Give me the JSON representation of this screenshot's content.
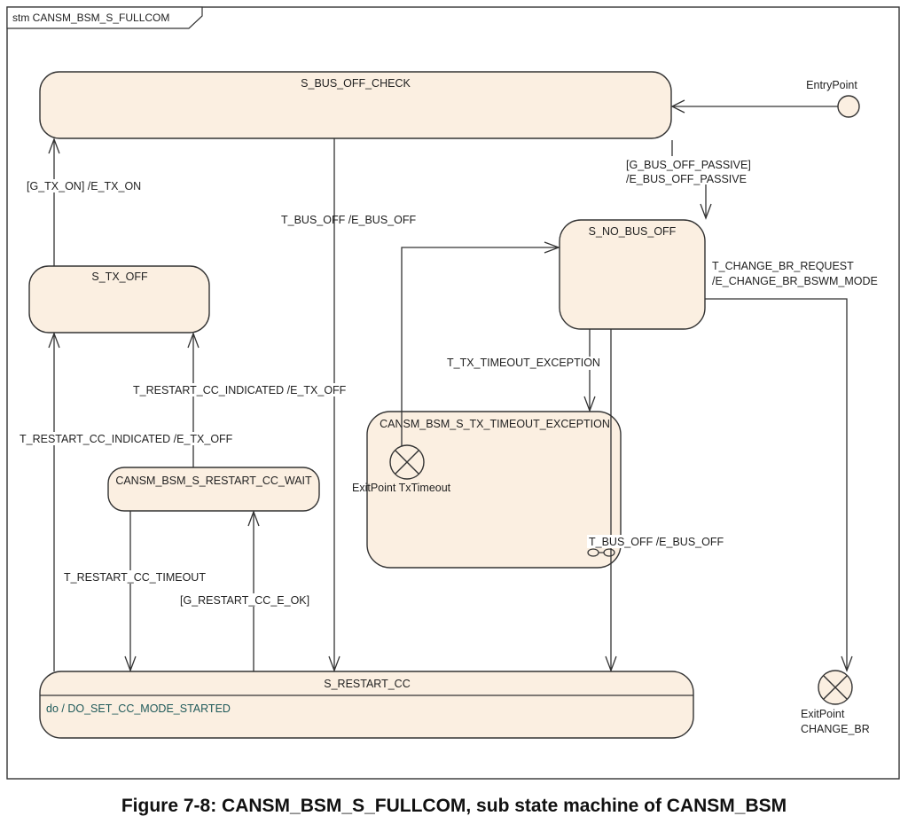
{
  "frame": {
    "title": "stm CANSM_BSM_S_FULLCOM"
  },
  "states": {
    "bus_off_check": "S_BUS_OFF_CHECK",
    "tx_off": "S_TX_OFF",
    "no_bus_off": "S_NO_BUS_OFF",
    "restart_cc_wait": "CANSM_BSM_S_RESTART_CC_WAIT",
    "tx_timeout_exception": "CANSM_BSM_S_TX_TIMEOUT_EXCEPTION",
    "restart_cc": "S_RESTART_CC",
    "restart_cc_do": "do / DO_SET_CC_MODE_STARTED"
  },
  "pseudostates": {
    "entry": "EntryPoint",
    "exit_tx_timeout": "ExitPoint TxTimeout",
    "exit_change_br_line1": "ExitPoint",
    "exit_change_br_line2": "CHANGE_BR"
  },
  "transitions": {
    "g_tx_on": "[G_TX_ON] /E_TX_ON",
    "t_bus_off_main": "T_BUS_OFF /E_BUS_OFF",
    "g_bus_off_passive_1": "[G_BUS_OFF_PASSIVE]",
    "g_bus_off_passive_2": "/E_BUS_OFF_PASSIVE",
    "t_change_br_1": "T_CHANGE_BR_REQUEST",
    "t_change_br_2": "/E_CHANGE_BR_BSWM_MODE",
    "t_tx_timeout_exception": "T_TX_TIMEOUT_EXCEPTION",
    "t_restart_indicated_wait": "T_RESTART_CC_INDICATED /E_TX_OFF",
    "t_restart_indicated_direct": "T_RESTART_CC_INDICATED /E_TX_OFF",
    "t_restart_cc_timeout": "T_RESTART_CC_TIMEOUT",
    "g_restart_cc_e_ok": "[G_RESTART_CC_E_OK]",
    "t_bus_off_exception": "T_BUS_OFF /E_BUS_OFF"
  },
  "caption": "Figure 7-8: CANSM_BSM_S_FULLCOM, sub state machine of CANSM_BSM"
}
